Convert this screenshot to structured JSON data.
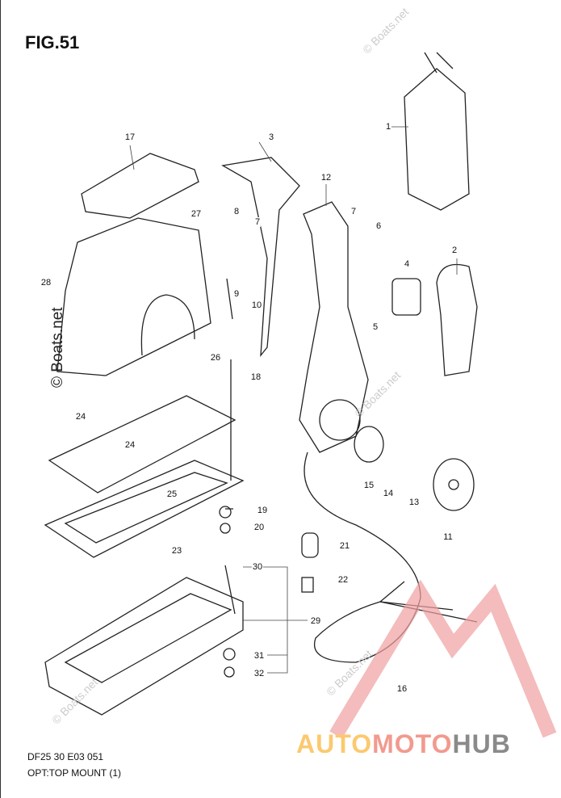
{
  "figure_title": "FIG.51",
  "footer": {
    "code": "DF25 30 E03  051",
    "caption": "OPT:TOP MOUNT (1)"
  },
  "watermark": "© Boats.net",
  "logo": {
    "part1": "AUTO",
    "part2": "MOTO",
    "part3": "HUB",
    "colors": {
      "auto": "#fcc96f",
      "moto": "#f29a8f",
      "hub": "#8a8a8a",
      "triangle": "#f0a0a0"
    }
  },
  "part_labels": [
    "17",
    "3",
    "12",
    "1",
    "2",
    "27",
    "8",
    "7",
    "7",
    "6",
    "28",
    "4",
    "9",
    "10",
    "5",
    "26",
    "18",
    "24",
    "24",
    "25",
    "15",
    "14",
    "13",
    "19",
    "20",
    "11",
    "21",
    "23",
    "30",
    "22",
    "29",
    "31",
    "32",
    "16"
  ]
}
